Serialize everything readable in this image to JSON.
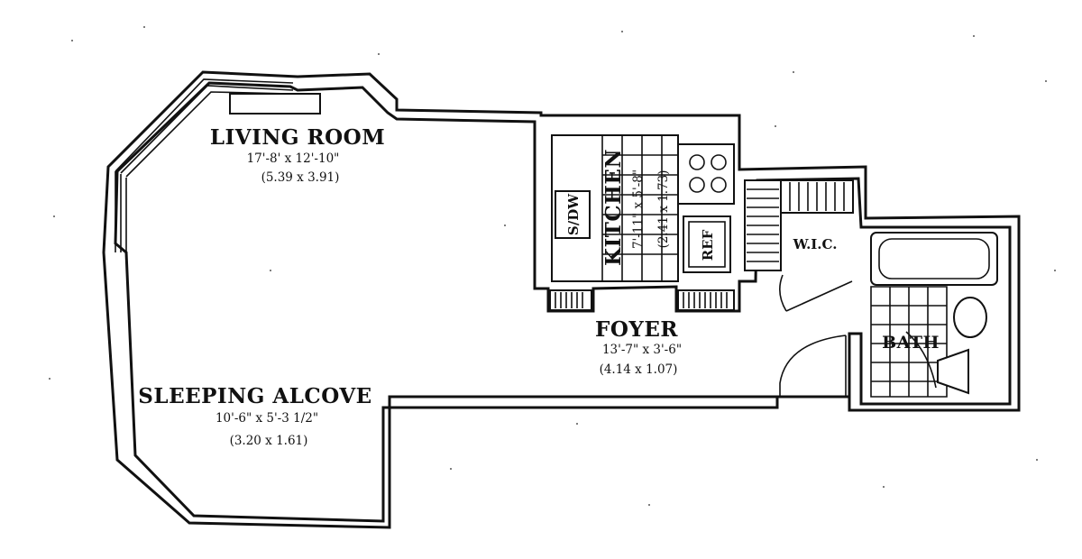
{
  "rooms": {
    "living": {
      "name": "LIVING ROOM",
      "dim_imperial": "17'-8' x 12'-10\"",
      "dim_metric": "(5.39 x 3.91)"
    },
    "sleeping": {
      "name": "SLEEPING ALCOVE",
      "dim_imperial": "10'-6\" x 5'-3 1/2\"",
      "dim_metric": "(3.20 x 1.61)"
    },
    "foyer": {
      "name": "FOYER",
      "dim_imperial": "13'-7\" x 3'-6\"",
      "dim_metric": "(4.14 x 1.07)"
    },
    "kitchen": {
      "name": "KITCHEN",
      "dim_imperial": "7'-11\" x 5'-8\"",
      "dim_metric": "(2.41 x 1.73)"
    },
    "wic": {
      "name": "W.I.C."
    },
    "bath": {
      "name": "BATH"
    }
  },
  "fixtures": {
    "dishwasher": "S/DW",
    "refrigerator": "REF"
  }
}
